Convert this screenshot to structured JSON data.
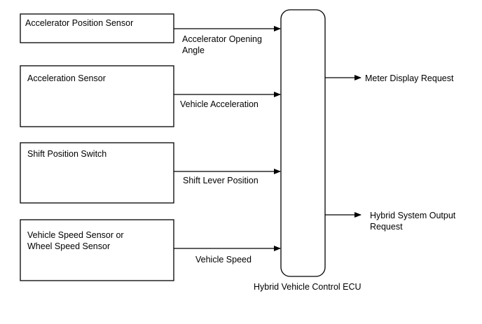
{
  "inputs": [
    {
      "label": "Accelerator Position Sensor",
      "signal_line1": "Accelerator Opening",
      "signal_line2": "Angle"
    },
    {
      "label": "Acceleration Sensor",
      "signal_line1": "Vehicle Acceleration"
    },
    {
      "label": "Shift Position Switch",
      "signal_line1": "Shift Lever Position"
    },
    {
      "label_line1": "Vehicle Speed Sensor or",
      "label_line2": "Wheel Speed Sensor",
      "signal_line1": "Vehicle Speed"
    }
  ],
  "ecu": {
    "label": "Hybrid Vehicle Control ECU"
  },
  "outputs": [
    {
      "line1": "Meter Display Request"
    },
    {
      "line1": "Hybrid System Output",
      "line2": "Request"
    }
  ],
  "colors": {
    "stroke": "#000000",
    "background": "#ffffff"
  }
}
